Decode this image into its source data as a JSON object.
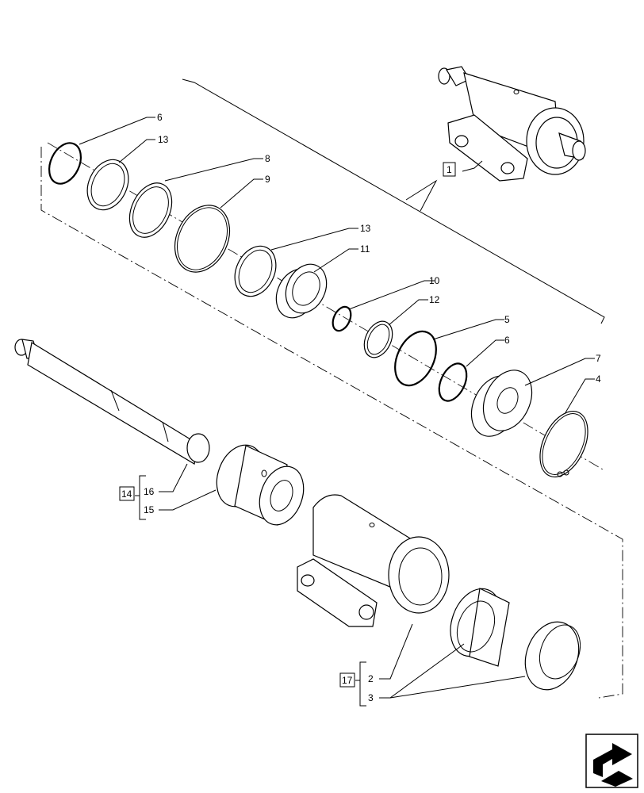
{
  "callouts": {
    "c6a": "6",
    "c13a": "13",
    "c8": "8",
    "c9": "9",
    "c13b": "13",
    "c11": "11",
    "c10": "10",
    "c12": "12",
    "c5": "5",
    "c6b": "6",
    "c7": "7",
    "c4": "4",
    "c16": "16",
    "c15": "15",
    "c2": "2",
    "c3": "3"
  },
  "kits": {
    "k1": "1",
    "k14": "14",
    "k17": "17"
  },
  "icons": {
    "nav": "next-page-arrow-icon"
  }
}
